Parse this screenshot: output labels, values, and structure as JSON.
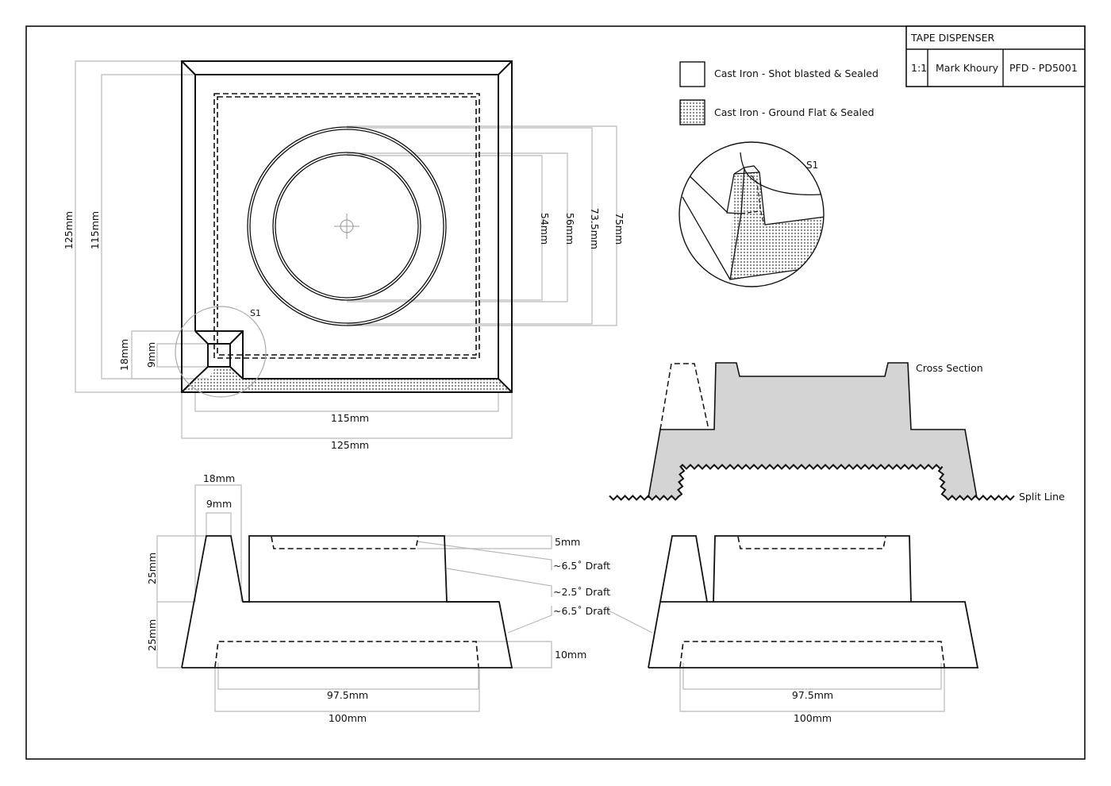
{
  "title_block": {
    "title": "TAPE DISPENSER",
    "scale": "1:1",
    "author": "Mark Khoury",
    "drawing_number": "PFD - PD5001"
  },
  "legend": [
    {
      "swatch": "plain",
      "label": "Cast Iron - Shot blasted & Sealed"
    },
    {
      "swatch": "dotted",
      "label": "Cast Iron - Ground Flat & Sealed"
    }
  ],
  "colors": {
    "line": "#111111",
    "dimension": "#b9b9b9",
    "section_fill": "#d4d4d4",
    "dot_fill": "#8a8a8a"
  },
  "top_view": {
    "detail_marker": "S1",
    "dims": {
      "outer_height": "125mm",
      "inner_height": "115mm",
      "slot_outer": "18mm",
      "slot_inner": "9mm",
      "inner_width": "115mm",
      "outer_width": "125mm",
      "d54": "54mm",
      "d56": "56mm",
      "d73_5": "73.5mm",
      "d75": "75mm"
    }
  },
  "detail_view": {
    "label": "S1"
  },
  "cross_section": {
    "title": "Cross Section",
    "split_line": "Split Line"
  },
  "side_view": {
    "dims": {
      "slot_outer": "18mm",
      "slot_inner": "9mm",
      "upper_height": "25mm",
      "lower_height": "25mm",
      "recess_top": "5mm",
      "draft_1": "~6.5˚ Draft",
      "draft_2": "~2.5˚ Draft",
      "draft_3": "~6.5˚ Draft",
      "recess_bottom": "10mm",
      "inner_length": "97.5mm",
      "outer_length": "100mm"
    }
  },
  "front_view": {
    "dims": {
      "inner_length": "97.5mm",
      "outer_length": "100mm"
    }
  }
}
